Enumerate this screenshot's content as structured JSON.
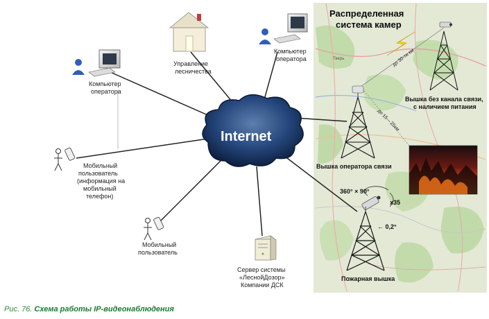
{
  "internet_label": "Internet",
  "map_title_line1": "Распределенная",
  "map_title_line2": "система камер",
  "nodes": {
    "operator_pc_left": [
      "Компьютер",
      "оператора"
    ],
    "forestry_office": [
      "Управление",
      "лесничества"
    ],
    "operator_pc_top": [
      "Компьютер",
      "оператора"
    ],
    "mobile_user_info": [
      "Мобильный",
      "пользователь",
      "(информация на",
      "мобильный",
      "телефон)"
    ],
    "mobile_user": [
      "Мобильный",
      "пользователь"
    ],
    "server": [
      "Сервер системы",
      "«ЛеснойДозор»",
      "Компании ДСК"
    ]
  },
  "towers": {
    "no_link": [
      "Вышка без канала связи,",
      "с наличием питания"
    ],
    "operator_link": "Вышка оператора связи",
    "fire": "Пожарная вышка"
  },
  "distances": {
    "long": "до 30-ти км",
    "short": "до 15 – 25км"
  },
  "camera_angles": {
    "pan_tilt": "360° × 90°",
    "zoom": "x35",
    "precision": "← 0,2°"
  },
  "map_towns": [
    "Тверь"
  ],
  "caption": {
    "prefix": "Рис. 76.",
    "title": "Схема работы IP-видеонаблюдения"
  },
  "colors": {
    "cloud": "#1d3d6b",
    "map_bg": "#e6ead8",
    "lightning": "#ffd400",
    "caption": "#1a7a2e"
  }
}
